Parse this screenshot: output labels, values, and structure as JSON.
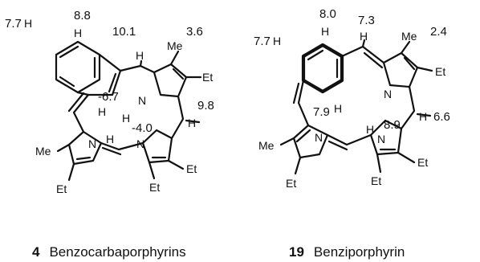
{
  "molecules": [
    {
      "number": "4",
      "name": "Benzocarbaporphyrins",
      "shifts": [
        "7.7",
        "8.8",
        "10.1",
        "3.6",
        "-6.7",
        "9.8",
        "-4.0"
      ],
      "atoms": {
        "h_top_left": "H",
        "h_top_right": "H",
        "h_meso_top": "H",
        "h_inner_c": "H",
        "h_inner_n": "H",
        "h_meso_right": "H",
        "nh_lower": "N",
        "h_lower": "H",
        "n_right": "N",
        "n_upper": "N",
        "me_top": "Me",
        "me_left": "Me",
        "et_1": "Et",
        "et_2": "Et",
        "et_3": "Et",
        "et_4": "Et"
      }
    },
    {
      "number": "19",
      "name": "Benziporphyrin",
      "shifts": [
        "8.0",
        "7.3",
        "7.7",
        "2.4",
        "7.9",
        "8.9",
        "6.6"
      ],
      "atoms": {
        "h_top_left": "H",
        "h_top": "H",
        "h_meso_top": "H",
        "h_inner": "H",
        "h_nh": "H",
        "h_meso_right": "H",
        "n_upper": "N",
        "n_lower_left": "N",
        "n_lower_right": "N",
        "me_top": "Me",
        "me_left": "Me",
        "et_1": "Et",
        "et_2": "Et",
        "et_3": "Et",
        "et_4": "Et"
      }
    }
  ]
}
